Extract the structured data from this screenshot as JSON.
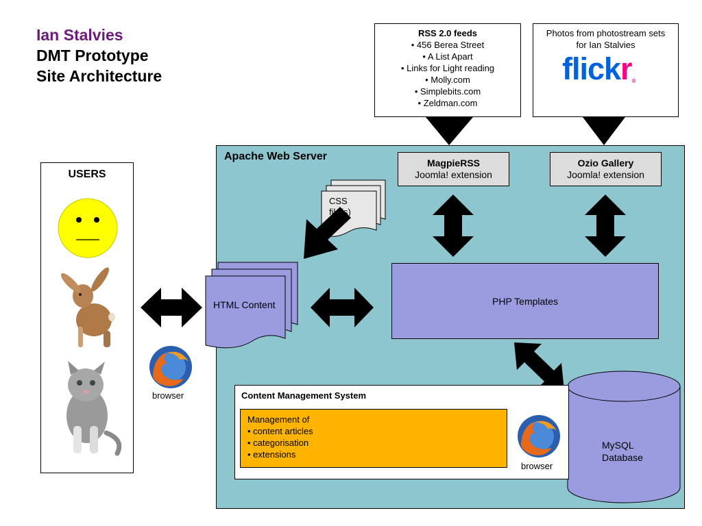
{
  "title": {
    "author": "Ian Stalvies",
    "line2": "DMT Prototype",
    "line3": "Site Architecture"
  },
  "rss": {
    "heading": "RSS 2.0 feeds",
    "feeds": [
      "• 456 Berea Street",
      "• A List Apart",
      "• Links for Light reading",
      "• Molly.com",
      "• Simplebits.com",
      "• Zeldman.com"
    ]
  },
  "flickr": {
    "caption": "Photos from photostream sets for Ian Stalvies",
    "logo_blue": "flick",
    "logo_pink": "r",
    "logo_mark": "®"
  },
  "apache": {
    "label": "Apache Web Server"
  },
  "magpie": {
    "name": "MagpieRSS",
    "desc": "Joomla! extension"
  },
  "ozio": {
    "name": "Ozio Gallery",
    "desc": "Joomla! extension"
  },
  "css_files": {
    "label_line1": "CSS",
    "label_line2": "file(s)"
  },
  "html_content": {
    "label": "HTML Content"
  },
  "php": {
    "label": "PHP Templates"
  },
  "users": {
    "label": "USERS",
    "icons": [
      "smiley-face-icon",
      "rabbit-icon",
      "kitten-icon"
    ]
  },
  "browser_left": {
    "label": "browser",
    "icon": "firefox-icon"
  },
  "browser_cms": {
    "label": "browser",
    "icon": "firefox-icon"
  },
  "cms": {
    "label": "Content Management System",
    "mgmt_lines": [
      "Management of",
      "• content articles",
      "• categorisation",
      "• extensions"
    ]
  },
  "mysql": {
    "line1": "MySQL",
    "line2": "Database"
  },
  "colors": {
    "author_purple": "#6b1a79",
    "apache_teal": "#8ec6cf",
    "php_lavender": "#9b9be0",
    "mgmt_orange": "#ffb400",
    "extension_gray": "#dcdcdc",
    "flickr_blue": "#0063dc",
    "flickr_pink": "#ff0084",
    "smiley_yellow": "#ffff00"
  }
}
